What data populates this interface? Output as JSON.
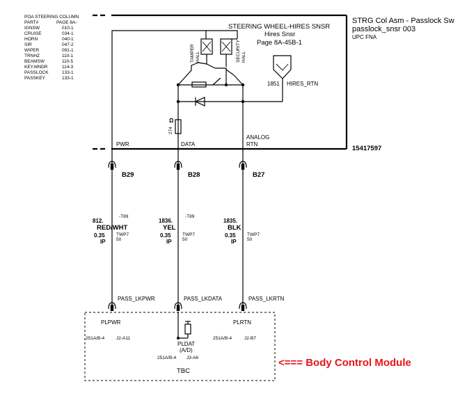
{
  "legend": {
    "heading_left": "POA STEERING COLUMN",
    "heading_part": "PART#",
    "heading_page": "PAGE 8A-",
    "rows": [
      {
        "name": "IGNSW",
        "page": "010-1"
      },
      {
        "name": "CRUISE",
        "page": "034-1"
      },
      {
        "name": "HORN",
        "page": "040-1"
      },
      {
        "name": "SIR",
        "page": "047-2"
      },
      {
        "name": "WIPER",
        "page": "091-1"
      },
      {
        "name": "TRNHZ",
        "page": "110-1"
      },
      {
        "name": "BEAMSW",
        "page": "110-5"
      },
      {
        "name": "KEY.MNDR",
        "page": "114-3"
      },
      {
        "name": "PASSLOCK",
        "page": "133-1"
      },
      {
        "name": "PASSKEY",
        "page": "133-1"
      }
    ]
  },
  "component": {
    "title_line1": "STRG Col Asm - Passlock Sw",
    "title_line2": "passlock_snsr   003",
    "title_line3": "UPC   FNA",
    "part_number": "15417597",
    "sensor_title": "STEERING WHEEL-HIRES SNSR",
    "sensor_sub1": "Hires Snsr",
    "sensor_sub2": "Page 8A-45B-1",
    "tamper_label": "TAMPER",
    "hall_label": "HALL",
    "security_label": "SECURITY",
    "hires_pin": "1851",
    "hires_signal": "HIRES_RTN",
    "resistor_value": "274",
    "resistor_symbol": "Ω"
  },
  "pins": [
    {
      "label": "PWR",
      "connector": "B29",
      "circuit": "812.",
      "tag": "-T89",
      "color": "RED/WHT",
      "twp": "TWP7",
      "twp_sub": "50",
      "gauge": "0.35",
      "loc": "IP",
      "signal": "PASS_LKPWR",
      "module_pin": "PLPWR"
    },
    {
      "label": "DATA",
      "connector": "B28",
      "circuit": "1836.",
      "tag": "-T89",
      "color": "YEL",
      "twp": "TWP7",
      "twp_sub": "50",
      "gauge": "0.35",
      "loc": "IP",
      "signal": "PASS_LKDATA",
      "module_pin": "PLDAT"
    },
    {
      "label": "ANALOG",
      "label2": "RTN",
      "connector": "B27",
      "circuit": "1835.",
      "tag": "",
      "color": "BLK",
      "twp": "TWP7",
      "twp_sub": "50",
      "gauge": "0.35",
      "loc": "IP",
      "signal": "PASS_LKRTN",
      "module_pin": "PLRTN"
    }
  ],
  "module": {
    "name": "TBC",
    "pldat_sub": "(A/D)",
    "ref_left_a": "251A/B-4",
    "ref_left_b": "J2-A11",
    "ref_mid_a": "251A/B-4",
    "ref_mid_b": "J3-A6",
    "ref_right_a": "251A/B-4",
    "ref_right_b": "J2-B7",
    "callout": "<=== Body Control Module",
    "callout_color": "#e8141b"
  }
}
